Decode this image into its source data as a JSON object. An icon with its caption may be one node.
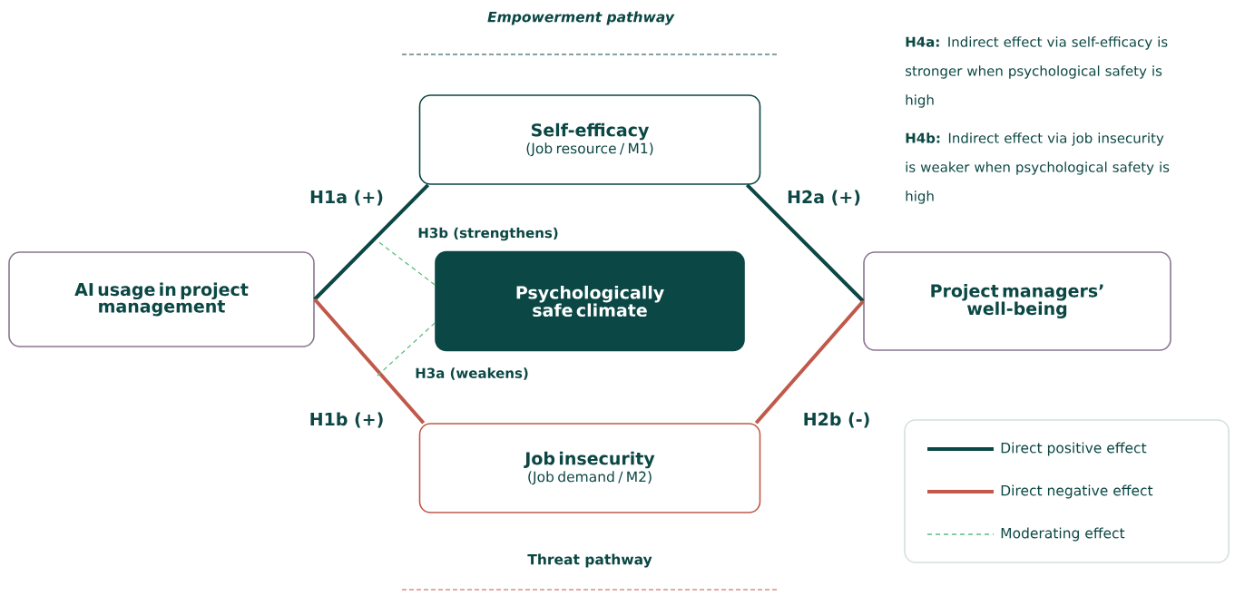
{
  "diagram": {
    "nodes": [
      {
        "text": [
          "AI usage in project management"
        ]
      },
      {
        "text": [
          "Self-efficacy",
          "(Job resource / M1)"
        ]
      },
      {
        "text": [
          "Psychologically safe climate"
        ]
      },
      {
        "text": [
          "Job insecurity",
          "(Job demand / M2)"
        ]
      },
      {
        "text": [
          "Project managers’ well-being"
        ]
      }
    ],
    "edges": [
      {
        "from": 0,
        "to": 1,
        "arrow": "none",
        "label": "H1a (+)",
        "color": "#0b4744"
      },
      {
        "from": 1,
        "to": 4,
        "arrow": "none",
        "label": "H2a (+)",
        "color": "#0b4744"
      },
      {
        "from": 0,
        "to": 3,
        "arrow": "none",
        "label": "H1b (+)",
        "color": "#c0594a"
      },
      {
        "from": 3,
        "to": 4,
        "arrow": "none",
        "label": "H2b (-)",
        "color": "#c0594a"
      },
      {
        "from": 2,
        "to": null,
        "arrow": "none",
        "label": "H3b (strengthens)",
        "style": "dashed",
        "color": "#5cbf7d"
      },
      {
        "from": 2,
        "to": null,
        "arrow": "none",
        "label": "H3a (weakens)",
        "style": "dashed",
        "color": "#5cbf7d"
      }
    ],
    "labels": [
      "Empowerment pathway",
      "**H4a:** Indirect effect via self-efficacy is stronger when psychological safety is high",
      "**H4b:** Indirect effect via job insecurity is weaker when psychological safety is high",
      "Threat pathway"
    ],
    "legend": [
      {
        "text": "Direct positive effect"
      },
      {
        "text": "Direct negative effect"
      },
      {
        "text": "Moderating effect"
      }
    ]
  }
}
